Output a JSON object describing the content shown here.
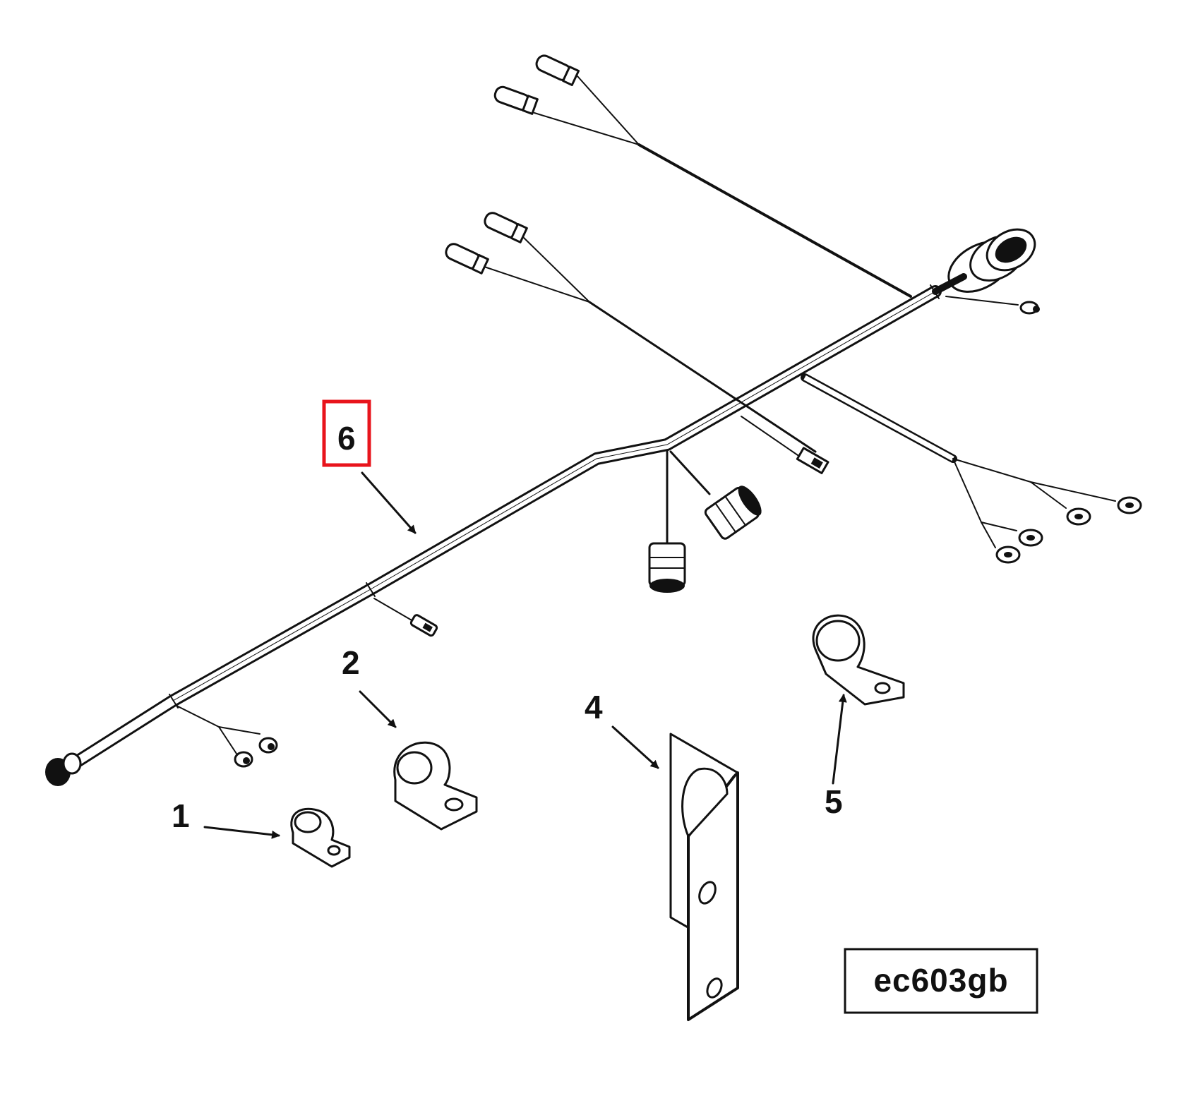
{
  "diagram": {
    "figure_code": "ec603gb",
    "callouts": [
      {
        "id": "1",
        "label": "1",
        "part": "small-clamp"
      },
      {
        "id": "2",
        "label": "2",
        "part": "medium-clamp"
      },
      {
        "id": "4",
        "label": "4",
        "part": "mounting-bracket"
      },
      {
        "id": "5",
        "label": "5",
        "part": "large-clamp"
      },
      {
        "id": "6",
        "label": "6",
        "part": "wiring-harness",
        "highlighted": true
      }
    ],
    "colors": {
      "line": "#111111",
      "background": "#ffffff",
      "highlight": "#e8141c"
    }
  }
}
